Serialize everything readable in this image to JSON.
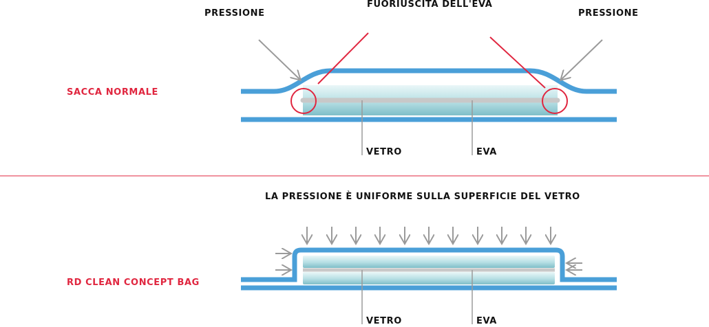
{
  "diagram": {
    "top": {
      "title_left": "PRESSIONE",
      "title_center": "FUORIUSCITA DELL'EVA",
      "title_right": "PRESSIONE",
      "side_label": "SACCA NORMALE",
      "label_glass": "VETRO",
      "label_eva": "EVA"
    },
    "bottom": {
      "title": "LA PRESSIONE È UNIFORME SULLA SUPERFICIE DEL VETRO",
      "side_label": "RD CLEAN CONCEPT BAG",
      "label_glass": "VETRO",
      "label_eva": "EVA"
    }
  },
  "colors": {
    "bag_blue": "#4a9fd8",
    "accent_red": "#e0263f",
    "arrow_gray": "#9a9a9a",
    "glass_light": "#d9f0f2",
    "glass_dark": "#8fc7cf",
    "eva_gray": "#c8c8c8",
    "text_black": "#111111"
  }
}
